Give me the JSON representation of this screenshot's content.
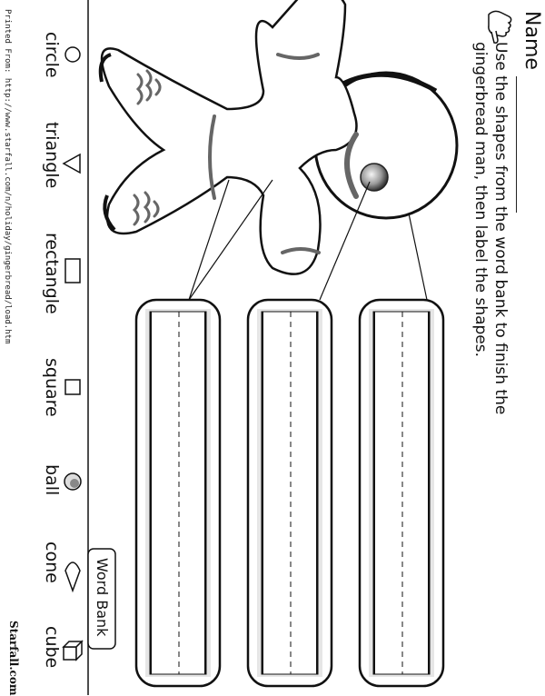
{
  "header": {
    "name_label": "Name",
    "instructions_line1": "Use the shapes from the word bank to finish the",
    "instructions_line2": "gingerbread man, then label the shapes."
  },
  "word_bank": {
    "title": "Word Bank",
    "words": [
      "circle",
      "triangle",
      "rectangle",
      "square",
      "ball",
      "cone",
      "cube"
    ]
  },
  "footer": {
    "printed_from": "Printed From: http://www.starfall.com/n/holiday/gingerbread/load.htm",
    "brand": "Starfall.com"
  }
}
